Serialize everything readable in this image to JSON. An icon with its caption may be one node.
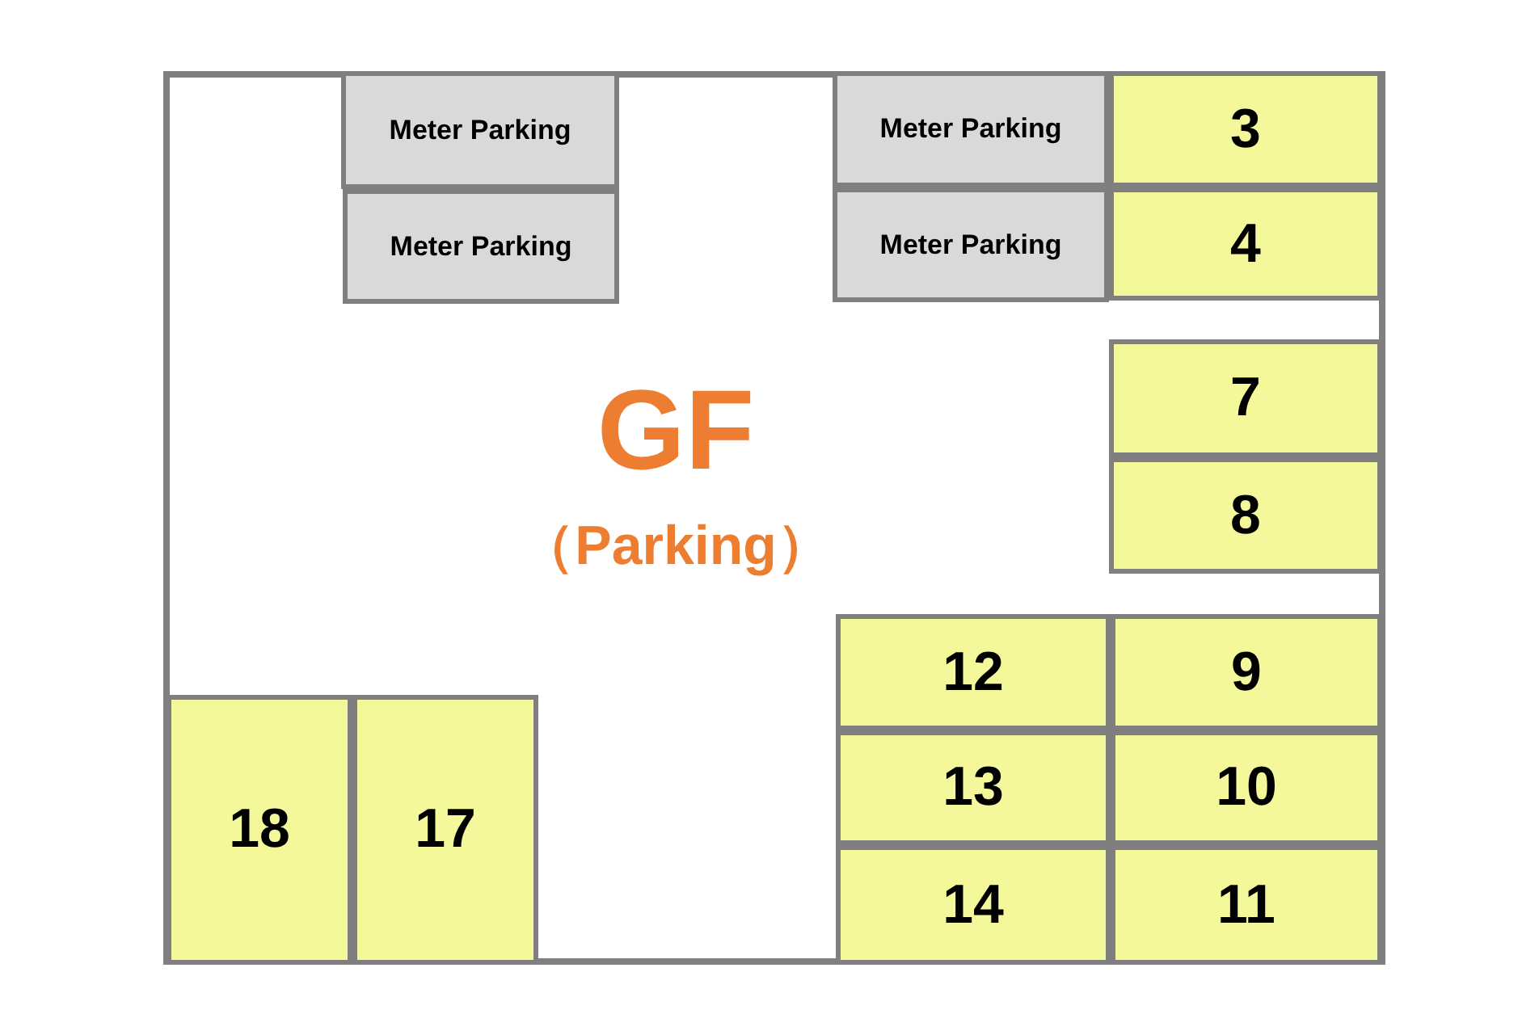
{
  "diagram": {
    "nodes": [
      {
        "text": [
          "GF",
          "（Parking）"
        ]
      },
      {
        "text": [
          "Meter Parking"
        ],
        "in": 0
      },
      {
        "text": [
          "Meter Parking"
        ],
        "in": 0
      },
      {
        "text": [
          "3"
        ],
        "in": 0
      },
      {
        "text": [
          "Meter Parking"
        ],
        "in": 0
      },
      {
        "text": [
          "Meter Parking"
        ],
        "in": 0
      },
      {
        "text": [
          "4"
        ],
        "in": 0
      },
      {
        "text": [
          "7"
        ],
        "in": 0
      },
      {
        "text": [
          "8"
        ],
        "in": 0
      },
      {
        "text": [
          "12"
        ],
        "in": 0
      },
      {
        "text": [
          "9"
        ],
        "in": 0
      },
      {
        "text": [
          "13"
        ],
        "in": 0
      },
      {
        "text": [
          "10"
        ],
        "in": 0
      },
      {
        "text": [
          "18"
        ],
        "in": 0
      },
      {
        "text": [
          "17"
        ],
        "in": 0
      },
      {
        "text": [
          "14"
        ],
        "in": 0
      },
      {
        "text": [
          "11"
        ],
        "in": 0
      }
    ],
    "edges": []
  }
}
